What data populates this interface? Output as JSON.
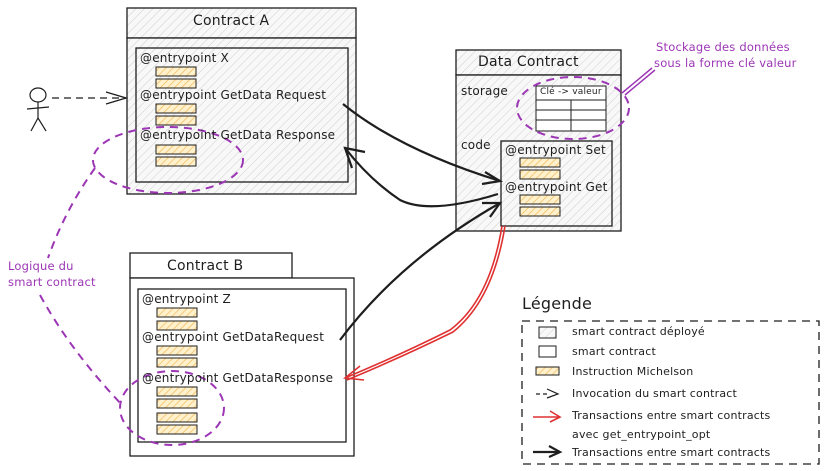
{
  "diagram": {
    "contract_a": {
      "title": "Contract A",
      "entrypoints": [
        "@entrypoint X",
        "@entrypoint GetData Request",
        "@entrypoint GetData Response"
      ]
    },
    "data_contract": {
      "title": "Data Contract",
      "storage_label": "storage",
      "code_label": "code",
      "table_header": "Clé -> valeur",
      "entrypoints": [
        "@entrypoint Set",
        "@entrypoint Get"
      ]
    },
    "contract_b": {
      "title": "Contract B",
      "entrypoints": [
        "@entrypoint Z",
        "@entrypoint GetDataRequest",
        "@entrypoint GetDataResponse"
      ]
    },
    "annotations": {
      "storage_note_line1": "Stockage des données",
      "storage_note_line2": "sous la forme clé valeur",
      "logic_note_line1": "Logique du",
      "logic_note_line2": "smart contract"
    },
    "legend": {
      "title": "Légende",
      "items": [
        {
          "icon": "deployed-contract-box",
          "label": "smart contract déployé"
        },
        {
          "icon": "contract-box",
          "label": "smart contract"
        },
        {
          "icon": "michelson-instruction",
          "label": "Instruction Michelson"
        },
        {
          "icon": "dashed-arrow",
          "label": "Invocation du smart contract"
        },
        {
          "icon": "red-arrow",
          "label": "Transactions entre smart contracts",
          "label2": "avec get_entrypoint_opt"
        },
        {
          "icon": "black-arrow",
          "label": "Transactions entre smart contracts"
        }
      ]
    },
    "colors": {
      "stroke": "#1e1e1e",
      "hatch": "#c8c8c8",
      "instruction_fill": "#ffe8b0",
      "instruction_hatch": "#f0b95a",
      "purple": "#9c36b5",
      "red": "#e03131"
    }
  }
}
